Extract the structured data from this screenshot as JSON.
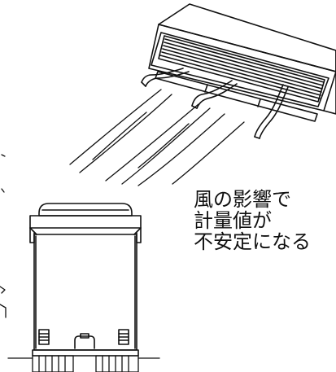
{
  "caption": {
    "lines": [
      "風の影響で",
      "計量値が",
      "不安定になる"
    ]
  },
  "colors": {
    "line": "#111111",
    "background": "#ffffff"
  }
}
